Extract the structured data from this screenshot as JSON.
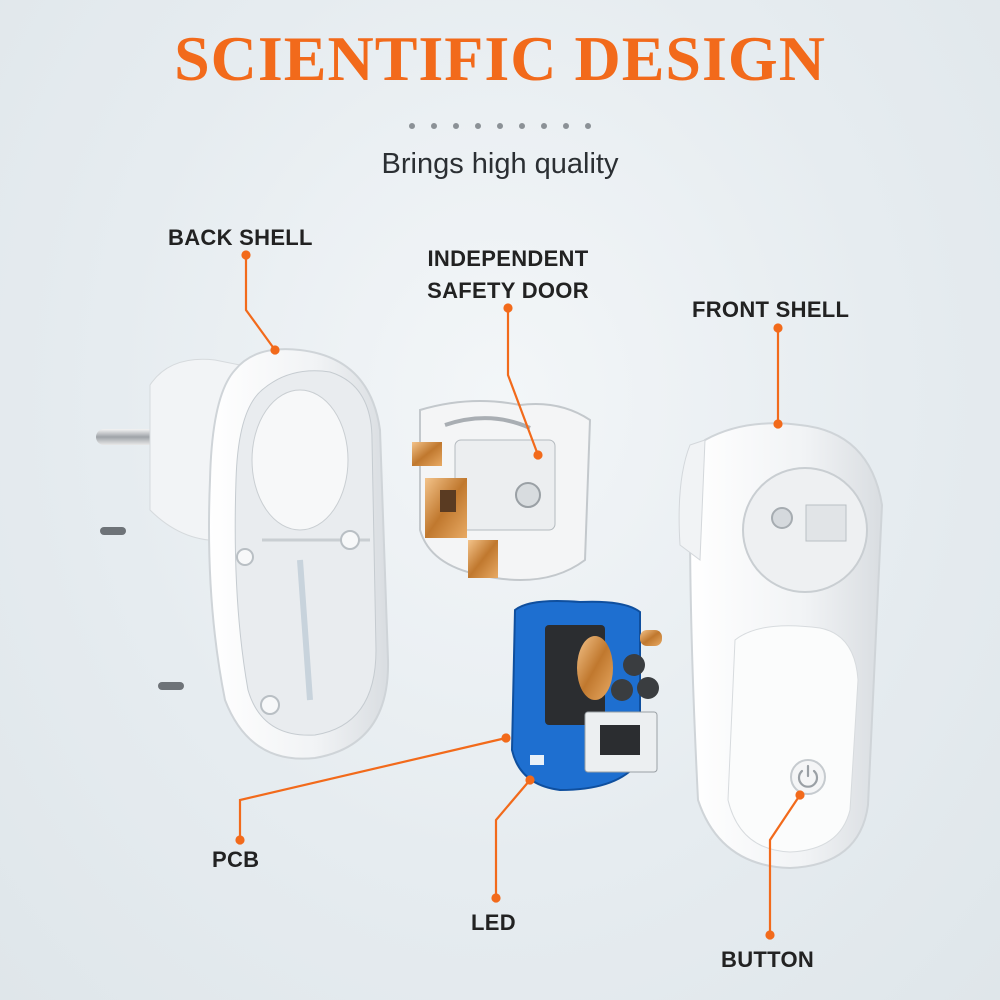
{
  "header": {
    "title": "SCIENTIFIC DESIGN",
    "subtitle": "Brings high quality"
  },
  "labels": {
    "back_shell": "BACK SHELL",
    "safety_door_line1": "INDEPENDENT",
    "safety_door_line2": "SAFETY DOOR",
    "front_shell": "FRONT SHELL",
    "pcb": "PCB",
    "led": "LED",
    "button": "BUTTON"
  },
  "colors": {
    "accent": "#f26a1b",
    "pcb_blue": "#1e6fd0",
    "shell_white": "#ffffff"
  },
  "icons": {
    "power_button": "power-icon"
  }
}
